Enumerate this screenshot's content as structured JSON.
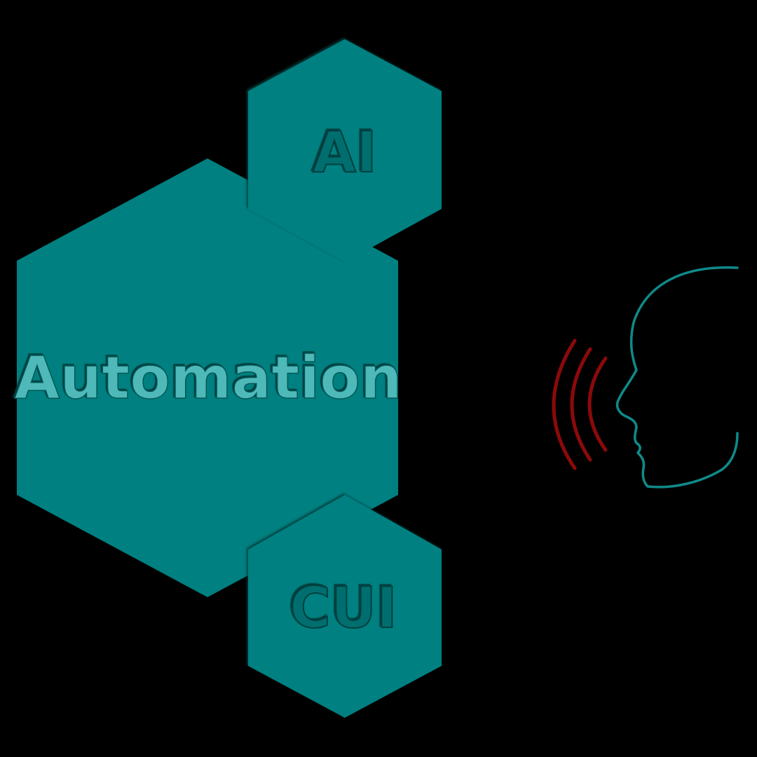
{
  "diagram": {
    "hexagons": [
      {
        "id": "automation",
        "label": "Automation"
      },
      {
        "id": "ai",
        "label": "AI"
      },
      {
        "id": "cui",
        "label": "CUI"
      }
    ],
    "colors": {
      "background": "#000000",
      "hex_fill": "#008080",
      "hex_edge": "#005f5f",
      "automation_text": "#4fb8b8",
      "small_text": "#006e6e",
      "head_outline": "#0f8a8a",
      "sound_waves": "#8b0a0a"
    },
    "icons": {
      "speaking_head": "speaking-head-icon",
      "sound_waves": "sound-waves-icon"
    }
  }
}
